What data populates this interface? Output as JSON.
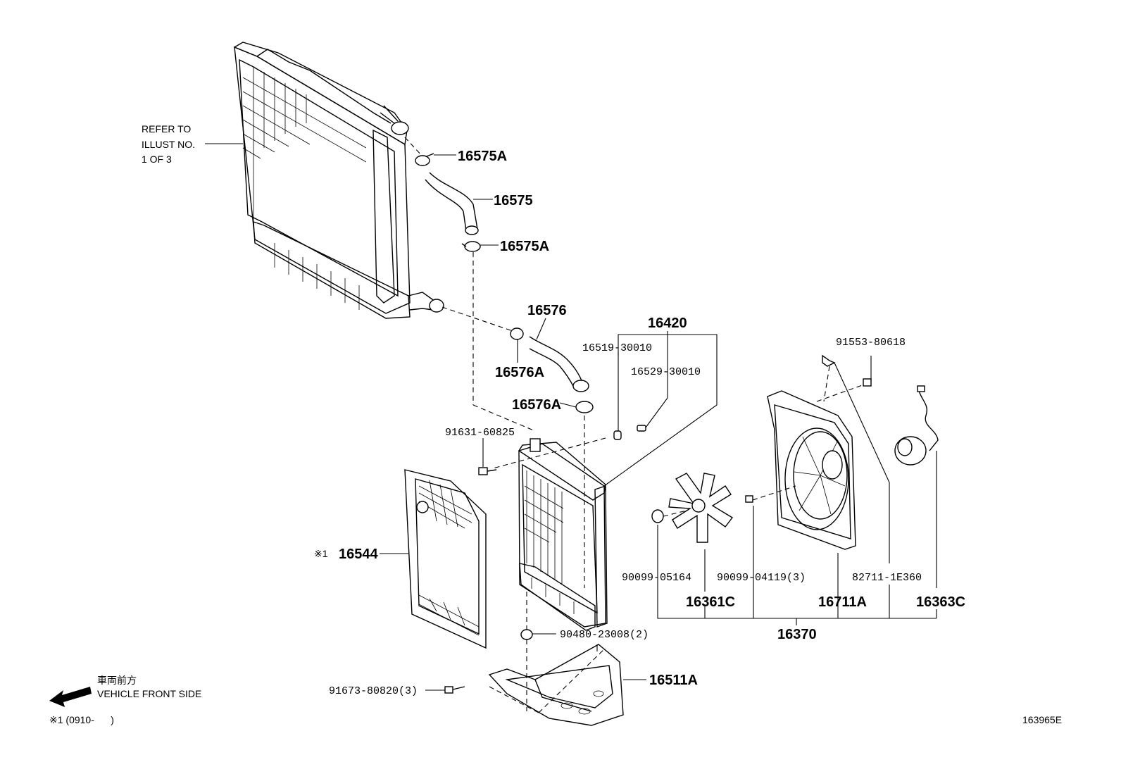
{
  "refer_note": {
    "line1": "REFER TO",
    "line2": "ILLUST NO.",
    "line3": "1 OF 3"
  },
  "callouts": {
    "c16575A_top": "16575A",
    "c16575": "16575",
    "c16575A_bottom": "16575A",
    "c16576": "16576",
    "c16576A_left": "16576A",
    "c16576A_right": "16576A",
    "c16420": "16420",
    "c16519": "16519-30010",
    "c16529": "16529-30010",
    "c91631": "91631-60825",
    "c16544_mark": "※1",
    "c16544": "16544",
    "c90480": "90480-23008(2)",
    "c91673": "91673-80820(3)",
    "c16511A": "16511A",
    "c91553": "91553-80618",
    "c90099_05164": "90099-05164",
    "c90099_04119": "90099-04119(3)",
    "c82711": "82711-1E360",
    "c16361C": "16361C",
    "c16711A": "16711A",
    "c16363C": "16363C",
    "c16370": "16370"
  },
  "direction": {
    "japanese": "車両前方",
    "english": "VEHICLE FRONT SIDE"
  },
  "footnote": "※1 (0910-      )",
  "illustration_code": "163965E"
}
